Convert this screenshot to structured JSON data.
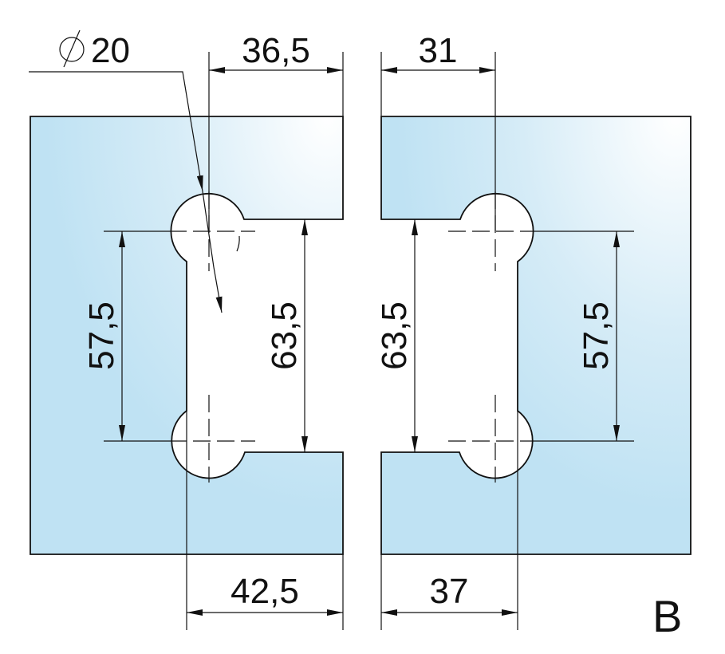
{
  "drawing": {
    "label": "B",
    "colors": {
      "plate": "#bfe2f3",
      "highlight": "#ffffff",
      "line": "#111111"
    },
    "dimensions": {
      "hole_diameter": "20",
      "hole_diameter_symbol": "⌀",
      "top_left": "36,5",
      "top_right": "31",
      "left_outer": "57,5",
      "left_inner": "63,5",
      "right_inner": "63,5",
      "right_outer": "57,5",
      "bottom_left": "42,5",
      "bottom_right": "37"
    }
  }
}
